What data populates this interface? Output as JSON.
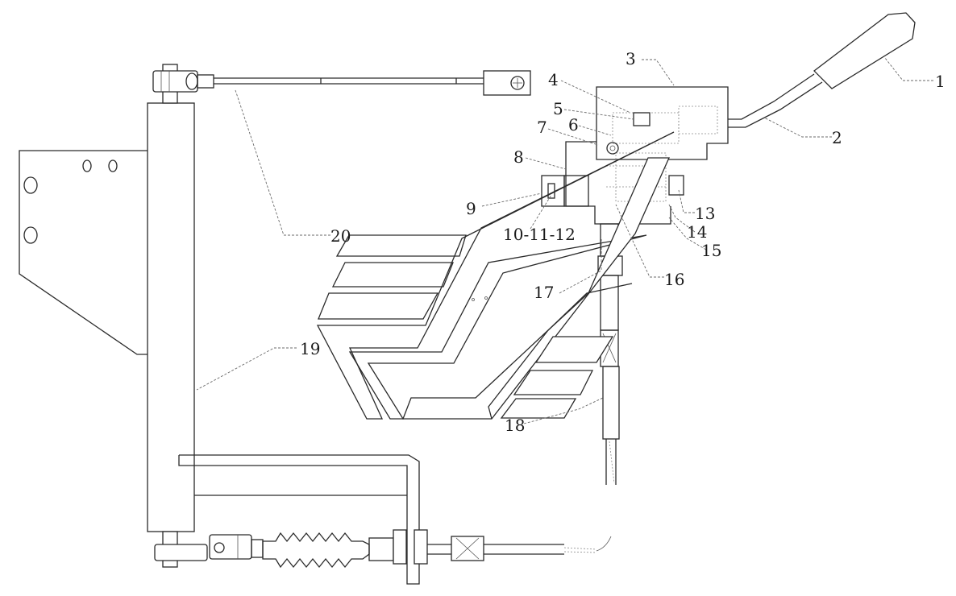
{
  "labels": [
    "1",
    "2",
    "3",
    "4",
    "5",
    "6",
    "7",
    "8",
    "9",
    "10-11-12",
    "13",
    "14",
    "15",
    "16",
    "17",
    "18",
    "19",
    "20"
  ]
}
